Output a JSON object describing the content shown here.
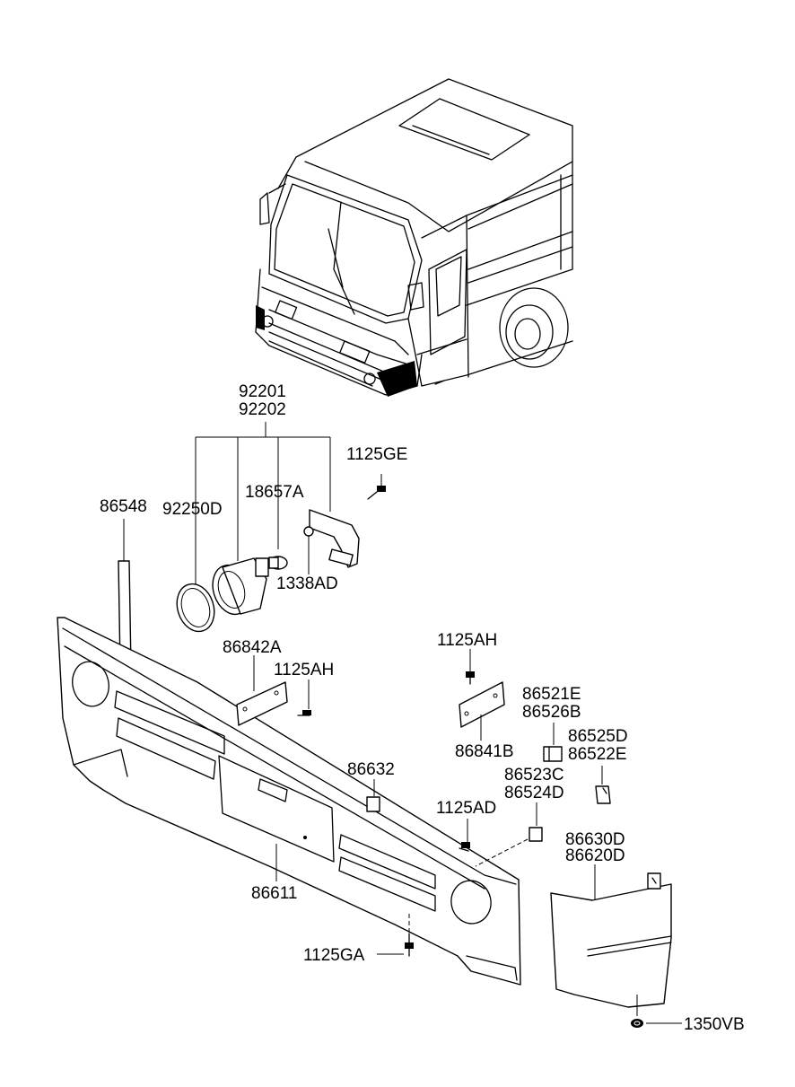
{
  "labels": {
    "l92201": "92201",
    "l92202": "92202",
    "l1125GE": "1125GE",
    "l86548": "86548",
    "l92250D": "92250D",
    "l18657A": "18657A",
    "l1338AD": "1338AD",
    "l86842A": "86842A",
    "l1125AH_a": "1125AH",
    "l1125AH_b": "1125AH",
    "l86521E": "86521E",
    "l86526B": "86526B",
    "l86525D": "86525D",
    "l86522E": "86522E",
    "l86841B": "86841B",
    "l86632": "86632",
    "l86523C": "86523C",
    "l86524D": "86524D",
    "l1125AD": "1125AD",
    "l86630D": "86630D",
    "l86620D": "86620D",
    "l86611": "86611",
    "l1125GA": "1125GA",
    "l1350VB": "1350VB"
  }
}
